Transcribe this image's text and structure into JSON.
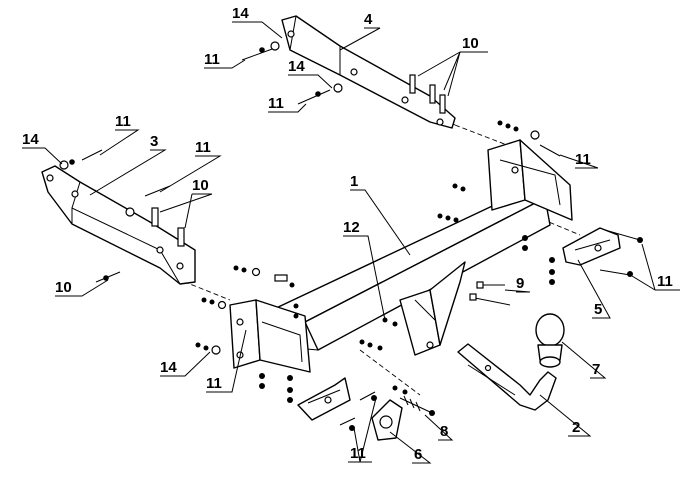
{
  "labels": {
    "l1": "1",
    "l2": "2",
    "l3": "3",
    "l4": "4",
    "l5": "5",
    "l6": "6",
    "l7": "7",
    "l8": "8",
    "l9": "9",
    "l10a": "10",
    "l10b": "10",
    "l10c": "10",
    "l11a": "11",
    "l11b": "11",
    "l11c": "11",
    "l11d": "11",
    "l11e": "11",
    "l11f": "11",
    "l11g": "11",
    "l12": "12",
    "l14a": "14",
    "l14b": "14",
    "l14c": "14",
    "l14d": "14"
  }
}
